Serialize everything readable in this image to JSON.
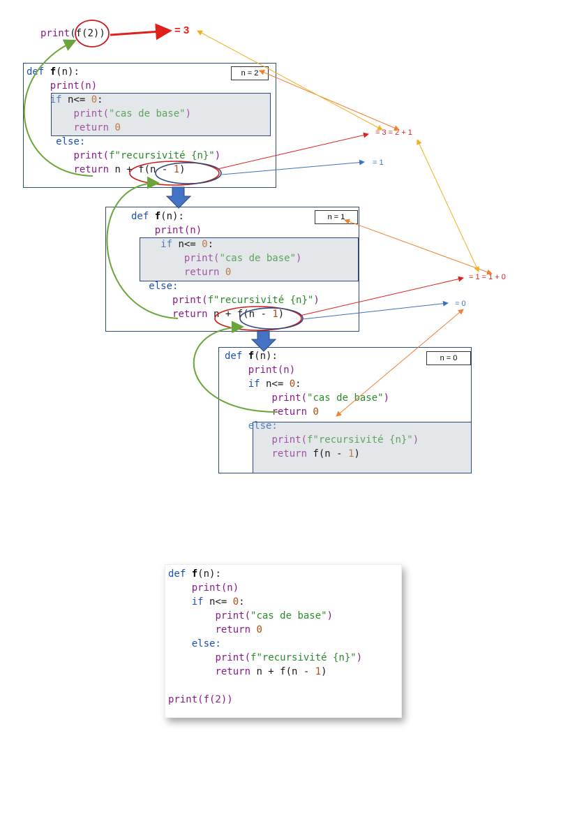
{
  "top_call": {
    "print": "print",
    "open": "(",
    "f_call": "f(2)",
    "close": ")",
    "result": "= 3"
  },
  "code": {
    "def": "def",
    "fname": "f",
    "params": "(n):",
    "print_n": "print(n)",
    "if_kw": "if",
    "cond": " n<= ",
    "zero": "0",
    "colon": ":",
    "print_base_open": "print(",
    "base_str": "\"cas de base\"",
    "close_paren": ")",
    "return_kw": "return",
    "else_kw": "else:",
    "fstr": "f\"recursivité {n}\"",
    "ret_expr_a": " n + f(n - ",
    "one": "1",
    "ret_expr_b": " f(n - ",
    "print_call": "print(f(2))"
  },
  "frames": [
    {
      "n_label": "n = 2"
    },
    {
      "n_label": "n = 1"
    },
    {
      "n_label": "n = 0"
    }
  ],
  "annotations": {
    "eq_3": "= 3 = 2 + 1",
    "eq_1_blue": "= 1",
    "eq_1": "= 1 = 1 + 0",
    "eq_0_blue": "= 0"
  },
  "colors": {
    "red": "#e0201a",
    "orange": "#f08030",
    "yellow": "#f0b020",
    "blue": "#3a70c0",
    "green": "#6aa53a",
    "frame": "#2e4a7a"
  }
}
